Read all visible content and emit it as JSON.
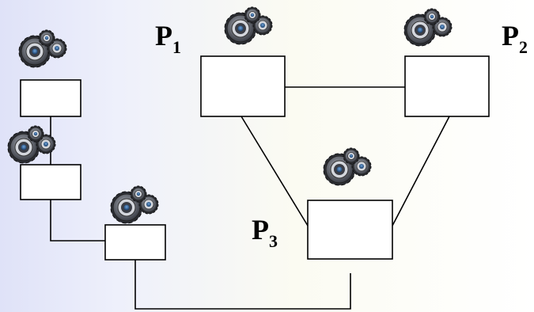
{
  "labels": {
    "p1": "P",
    "p1_sub": "1",
    "p2": "P",
    "p2_sub": "2",
    "p3": "P",
    "p3_sub": "3"
  },
  "nodes": [
    {
      "id": "chain-node-1",
      "icon": "gears-icon"
    },
    {
      "id": "chain-node-2",
      "icon": "gears-icon"
    },
    {
      "id": "chain-node-3",
      "icon": "gears-icon"
    },
    {
      "id": "process-p1",
      "icon": "gears-icon"
    },
    {
      "id": "process-p2",
      "icon": "gears-icon"
    },
    {
      "id": "process-p3",
      "icon": "gears-icon"
    }
  ],
  "colors": {
    "box_stroke": "#000000",
    "box_fill": "#ffffff",
    "gear_dark": "#2b2d33",
    "gear_mid": "#6f737d",
    "gear_light": "#c9ccd3",
    "gear_hub": "#1d4f8a"
  }
}
